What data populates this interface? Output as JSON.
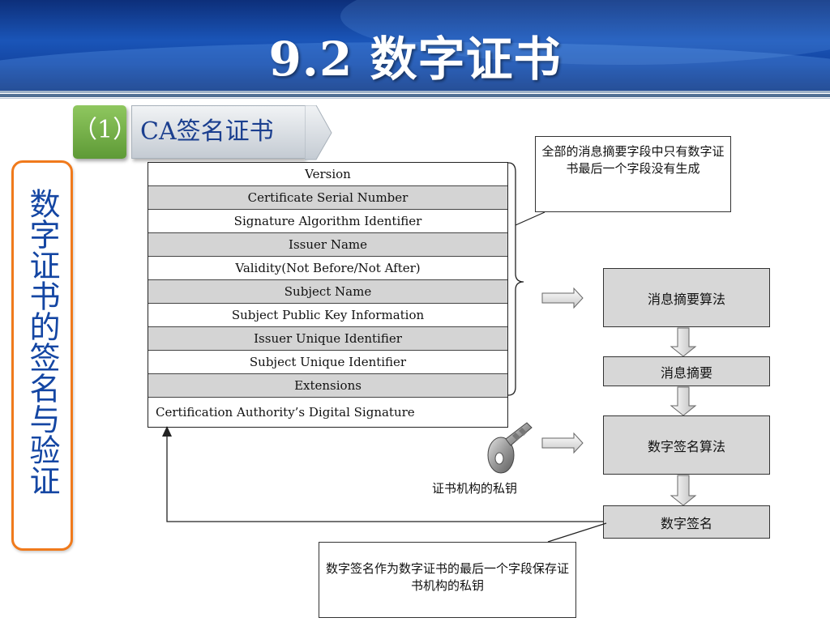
{
  "slide": {
    "title": "9.2 数字证书",
    "section_number": "（1）",
    "section_label": "CA签名证书",
    "side_label": "数字证书的签名与验证"
  },
  "certificate_fields": [
    {
      "label": "Version",
      "shaded": false
    },
    {
      "label": "Certificate Serial Number",
      "shaded": true
    },
    {
      "label": "Signature Algorithm Identifier",
      "shaded": false
    },
    {
      "label": "Issuer Name",
      "shaded": true
    },
    {
      "label": "Validity(Not Before/Not After)",
      "shaded": false
    },
    {
      "label": "Subject Name",
      "shaded": true
    },
    {
      "label": "Subject Public Key Information",
      "shaded": false
    },
    {
      "label": "Issuer Unique Identifier",
      "shaded": true
    },
    {
      "label": "Subject Unique Identifier",
      "shaded": false
    },
    {
      "label": "Extensions",
      "shaded": true
    }
  ],
  "signature_field": "Certification Authority’s Digital Signature",
  "flow": {
    "hash_algorithm": "消息摘要算法",
    "message_digest": "消息摘要",
    "signature_algorithm": "数字签名算法",
    "digital_signature": "数字签名"
  },
  "notes": {
    "top": "全部的消息摘要字段中只有数字证书最后一个字段没有生成",
    "bottom": "数字签名作为数字证书的最后一个字段保存证书机构的私钥"
  },
  "key_caption": "证书机构的私钥",
  "colors": {
    "header_blue": "#1a55b8",
    "section_green": "#6aa83e",
    "side_border_orange": "#f07a1c",
    "side_text_blue": "#1446a3",
    "box_gray": "#d7d7d7"
  },
  "icons": {
    "key": "key-icon",
    "arrow": "block-arrow-icon"
  }
}
